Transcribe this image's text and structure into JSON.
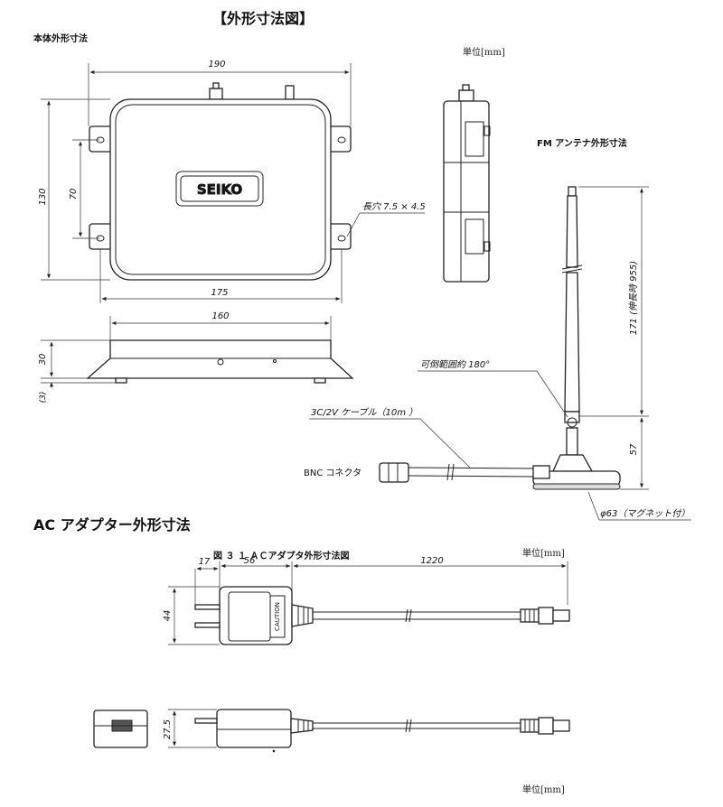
{
  "title": "【外形寸法図】",
  "main_unit": {
    "section_label": "本体外形寸法",
    "unit_label": "単位[mm]",
    "logo_text": "SEIKO",
    "dims": {
      "width_overall": "190",
      "width_body": "175",
      "height": "130",
      "hole_pitch": "70",
      "slot_note": "長穴 7.5 × 4.5",
      "side_length": "160",
      "side_height": "30",
      "foot_height": "(3)"
    }
  },
  "antenna": {
    "section_label": "FM アンテナ外形寸法",
    "length_label": "171 (伸長時 955)",
    "base_height": "57",
    "tilt_label": "可倒範囲約 180°",
    "cable_label": "3C/2V  ケーブル（10m ）",
    "connector_label": "BNC コネクタ",
    "base_diameter": "φ63（マグネット付）"
  },
  "ac_adapter": {
    "section_label": "AC アダプター外形寸法",
    "figure_caption": "図 ３ １ ＡＣアダプタ外形寸法図",
    "unit_label": "単位[mm]",
    "dims": {
      "prong_offset": "17",
      "body_width": "56",
      "cable_length": "1220",
      "body_height": "44",
      "thickness": "27.5"
    },
    "caution_text": "CAUTION",
    "bottom_unit_label": "単位[mm]"
  }
}
